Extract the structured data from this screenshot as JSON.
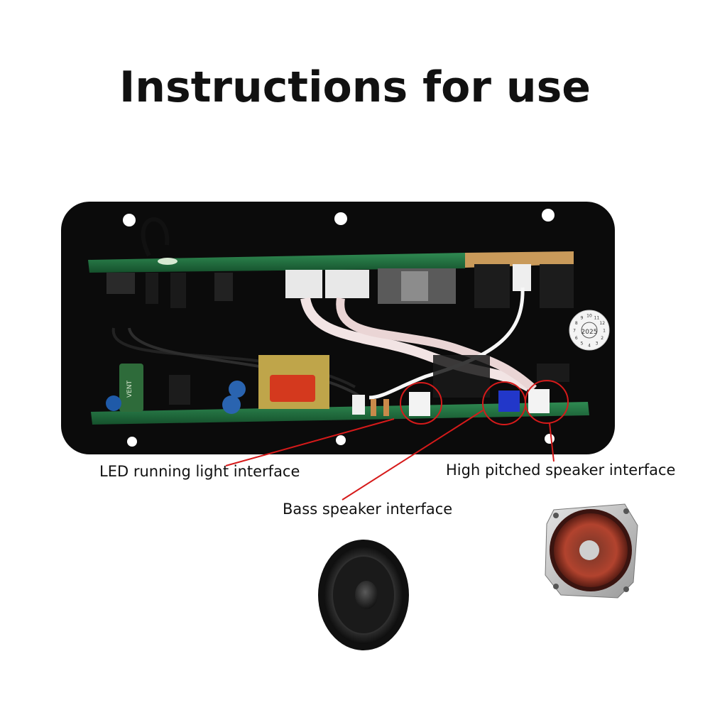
{
  "title": "Instructions for use",
  "labels": {
    "led": "LED running light interface",
    "high": "High pitched speaker interface",
    "bass": "Bass speaker interface"
  },
  "board": {
    "capacitor_brand": "VENT",
    "date_stamp_numbers": [
      "10",
      "11",
      "12",
      "1",
      "2",
      "3",
      "4",
      "5",
      "6",
      "7",
      "8",
      "9"
    ],
    "date_stamp_year": "2025"
  },
  "colors": {
    "annotation": "#d61a1a",
    "panel": "#0b0b0b",
    "pcb": "#1f6b3c"
  }
}
